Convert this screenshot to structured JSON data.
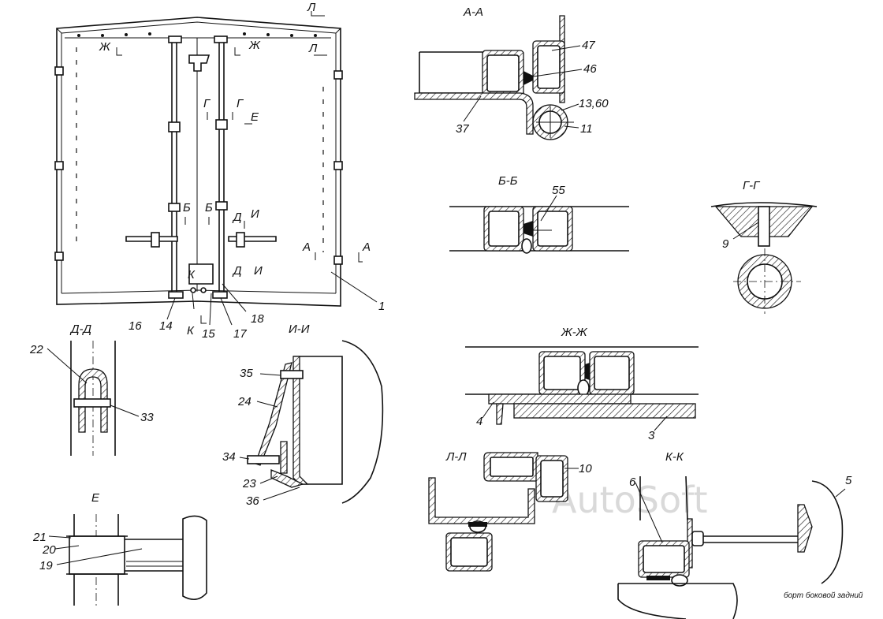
{
  "watermark": "AutoSoft",
  "sections": {
    "aa": "А-А",
    "bb": "Б-Б",
    "gg": "Г-Г",
    "zhzh": "Ж-Ж",
    "ll": "Л-Л",
    "kk": "К-К",
    "dd": "Д-Д",
    "ii": "И-И",
    "e": "Е"
  },
  "markers": {
    "l": "Л",
    "zh": "Ж",
    "g": "Г",
    "e": "Е",
    "b": "Б",
    "d": "Д",
    "i": "И",
    "a": "А",
    "k": "К"
  },
  "labels": {
    "n1": "1",
    "n3": "3",
    "n4": "4",
    "n5": "5",
    "n6": "6",
    "n9": "9",
    "n10": "10",
    "n11": "11",
    "n13_60": "13,60",
    "n14": "14",
    "n15": "15",
    "n16": "16",
    "n17": "17",
    "n18": "18",
    "n19": "19",
    "n20": "20",
    "n21": "21",
    "n22": "22",
    "n23": "23",
    "n24": "24",
    "n33": "33",
    "n34": "34",
    "n35": "35",
    "n36": "36",
    "n37": "37",
    "n46": "46",
    "n47": "47",
    "n55": "55"
  },
  "notes": {
    "side_board": "борт боковой задний"
  }
}
